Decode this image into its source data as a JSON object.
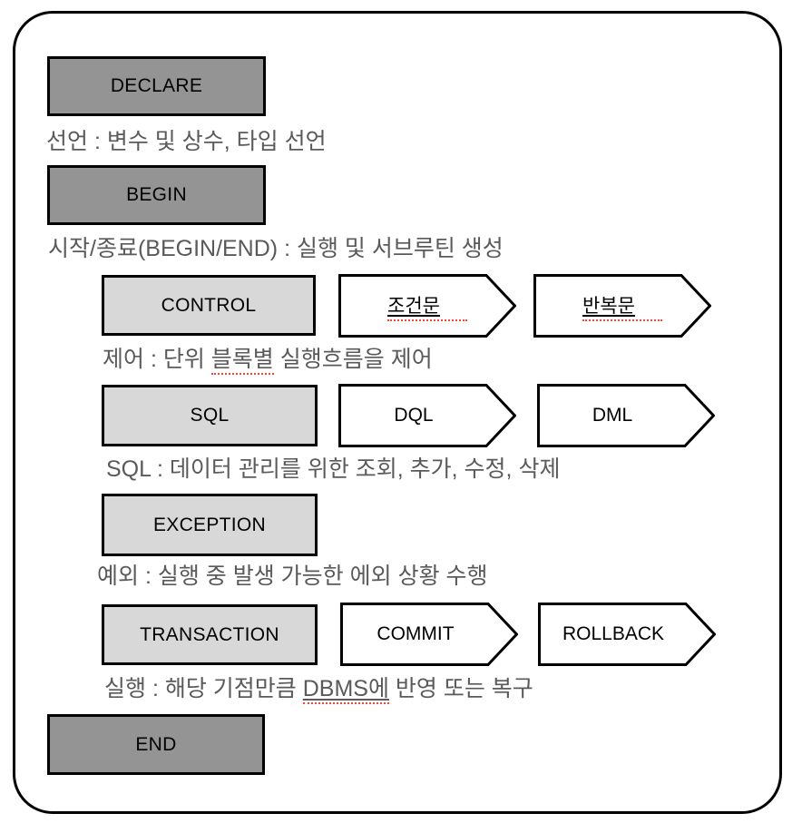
{
  "palette": {
    "dark_box": "#949494",
    "light_box": "#d8d8d8",
    "arrow_fill": "#ffffff",
    "border": "#000000",
    "caption_text": "#5a5a5a",
    "squiggle": "#ff4338"
  },
  "sections": {
    "declare": {
      "label": "DECLARE",
      "caption": "선언 : 변수 및 상수, 타입 선언"
    },
    "begin": {
      "label": "BEGIN",
      "caption": "시작/종료(BEGIN/END) : 실행 및 서브루틴 생성"
    },
    "control": {
      "label": "CONTROL",
      "caption_before": "제어 : 단위 ",
      "caption_squiggle": "블록별",
      "caption_after": " 실행흐름을 제어",
      "arrow1": "조건문",
      "arrow2": "반복문"
    },
    "sql": {
      "label": "SQL",
      "caption": "SQL : 데이터 관리를 위한 조회, 추가, 수정, 삭제",
      "arrow1": "DQL",
      "arrow2": "DML"
    },
    "exception": {
      "label": "EXCEPTION",
      "caption": "예외 : 실행 중 발생 가능한 에외 상황 수행"
    },
    "transaction": {
      "label": "TRANSACTION",
      "caption_before": "실행 : 해당 기점만큼 ",
      "caption_squiggle": "DBMS에",
      "caption_after": " 반영 또는 복구",
      "arrow1": "COMMIT",
      "arrow2": "ROLLBACK"
    },
    "end": {
      "label": "END"
    }
  }
}
